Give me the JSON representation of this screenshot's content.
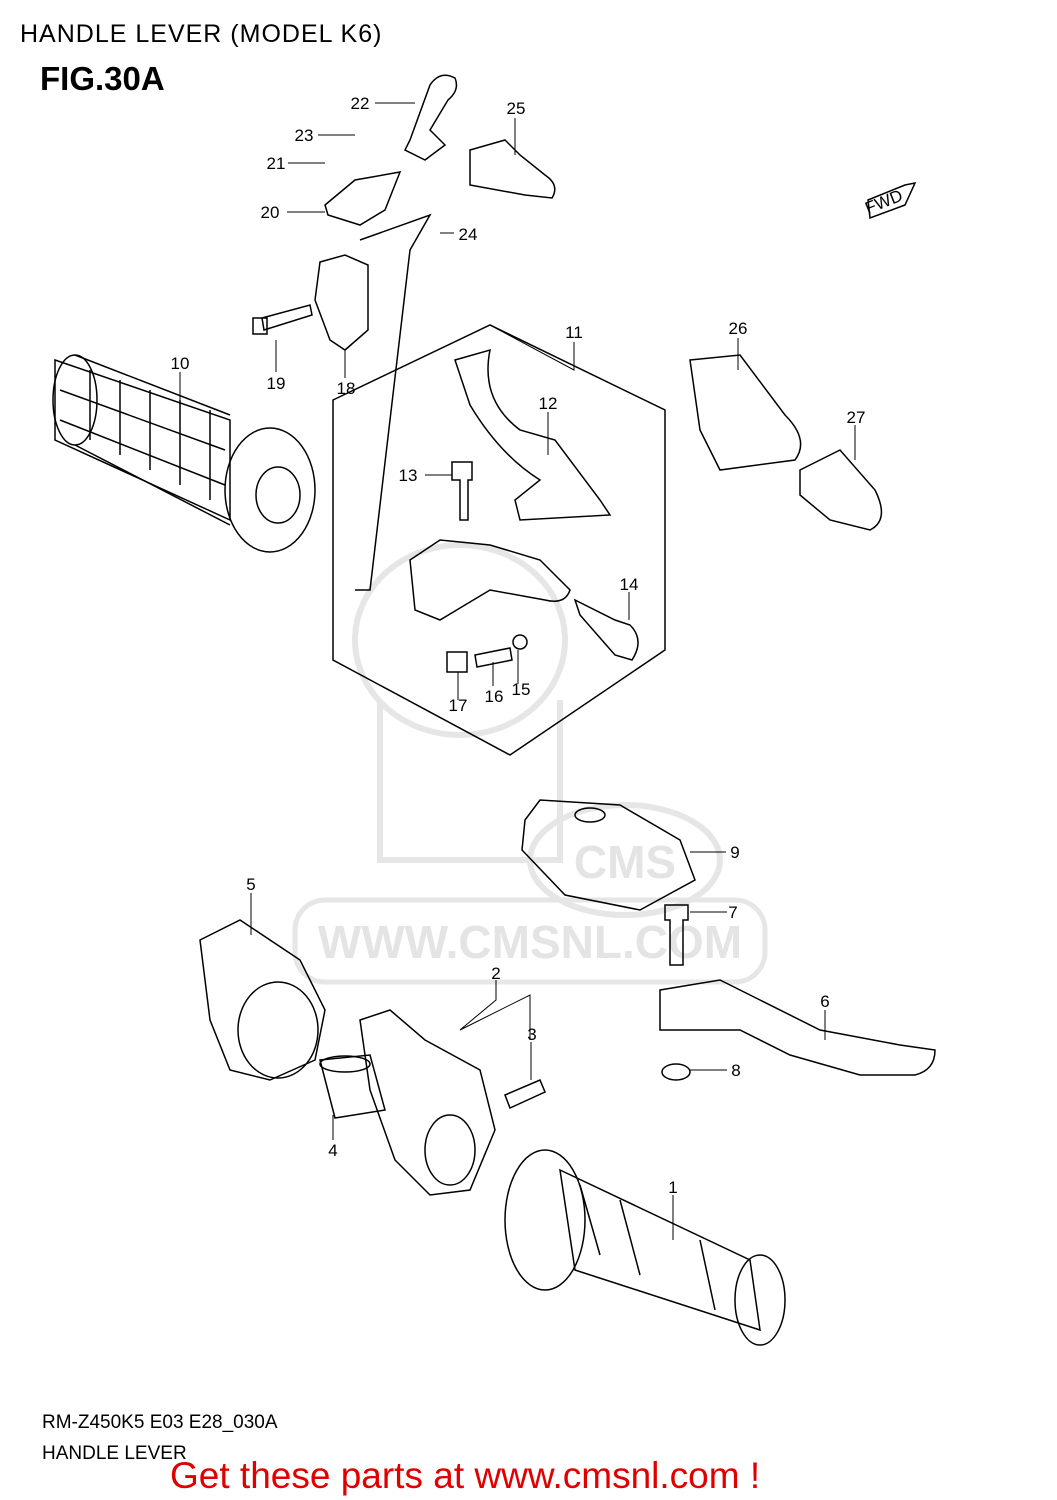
{
  "header": {
    "title": "HANDLE LEVER (MODEL K6)",
    "figure": "FIG.30A"
  },
  "watermark": {
    "text": "WWW.CMSNL.COM",
    "logo_text": "CMS",
    "color": "#e4e4e4"
  },
  "fwd_label": "FWD",
  "callouts": {
    "c1": "1",
    "c2": "2",
    "c3": "3",
    "c4": "4",
    "c5": "5",
    "c6": "6",
    "c7": "7",
    "c8": "8",
    "c9": "9",
    "c10": "10",
    "c11": "11",
    "c12": "12",
    "c13": "13",
    "c14": "14",
    "c15": "15",
    "c16": "16",
    "c17": "17",
    "c18": "18",
    "c19": "19",
    "c20": "20",
    "c21": "21",
    "c22": "22",
    "c23": "23",
    "c24": "24",
    "c25": "25",
    "c26": "26",
    "c27": "27"
  },
  "footer": {
    "code": "RM-Z450K5 E03 E28_030A",
    "name": "HANDLE LEVER",
    "promo": "Get these parts at www.cmsnl.com !",
    "promo_color": "#e00000"
  }
}
